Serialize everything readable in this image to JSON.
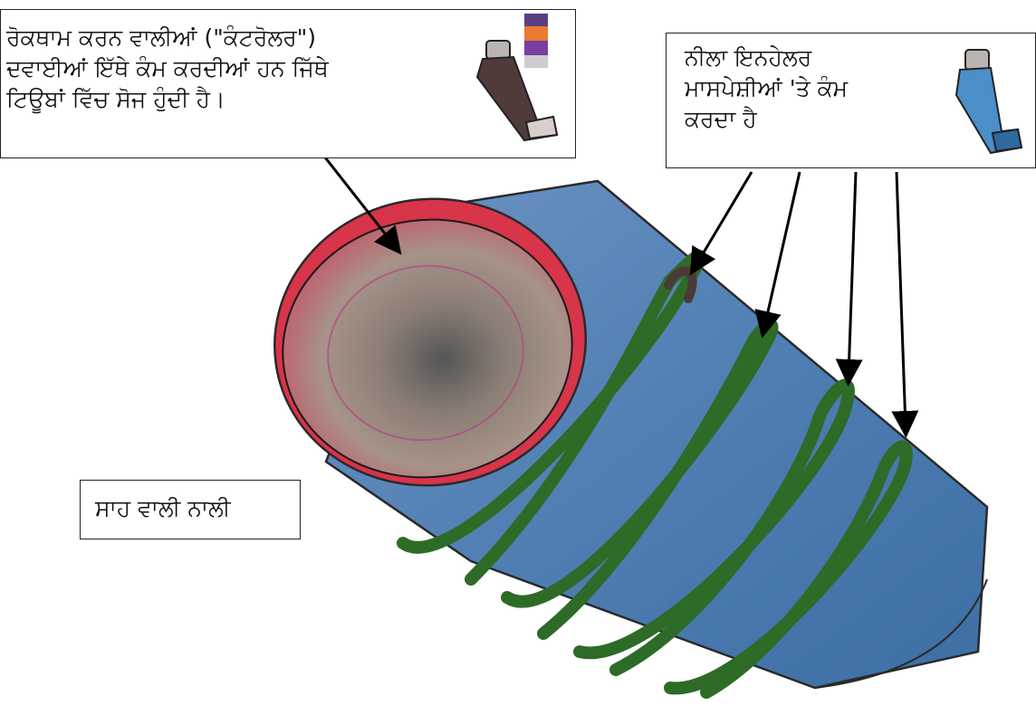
{
  "callouts": {
    "controller": {
      "text": "ਰੋਕਥਾਮ ਕਰਨ ਵਾਲੀਆਂ (\"ਕੰਟਰੋਲਰ\")\nਦਵਾਈਆਂ ਇੱਥੇ ਕੰਮ ਕਰਦੀਆਂ ਹਨ ਜਿੱਥੇ\nਟਿਊਬਾਂ ਵਿੱਚ ਸੋਜ ਹੁੰਦੀ ਹੈ।"
    },
    "reliever": {
      "text": "ਨੀਲਾ ਇਨਹੇਲਰ\nਮਾਸਪੇਸ਼ੀਆਂ 'ਤੇ ਕੰਮ\nਕਰਦਾ ਹੈ"
    },
    "airway": {
      "text": "ਸਾਹ ਵਾਲੀ ਨਾਲੀ"
    }
  },
  "icons": {
    "controller_inhaler": "brown-inhaler-icon",
    "reliever_inhaler": "blue-inhaler-icon",
    "color_bar": "color-swatch-icon"
  },
  "colors": {
    "airway_blue": "#4f7fb3",
    "inflamed_lining": "#d8344a",
    "muscle_green": "#2e6b27",
    "controller_inhaler": "#4e3b3a",
    "reliever_inhaler": "#4a8fc8"
  }
}
